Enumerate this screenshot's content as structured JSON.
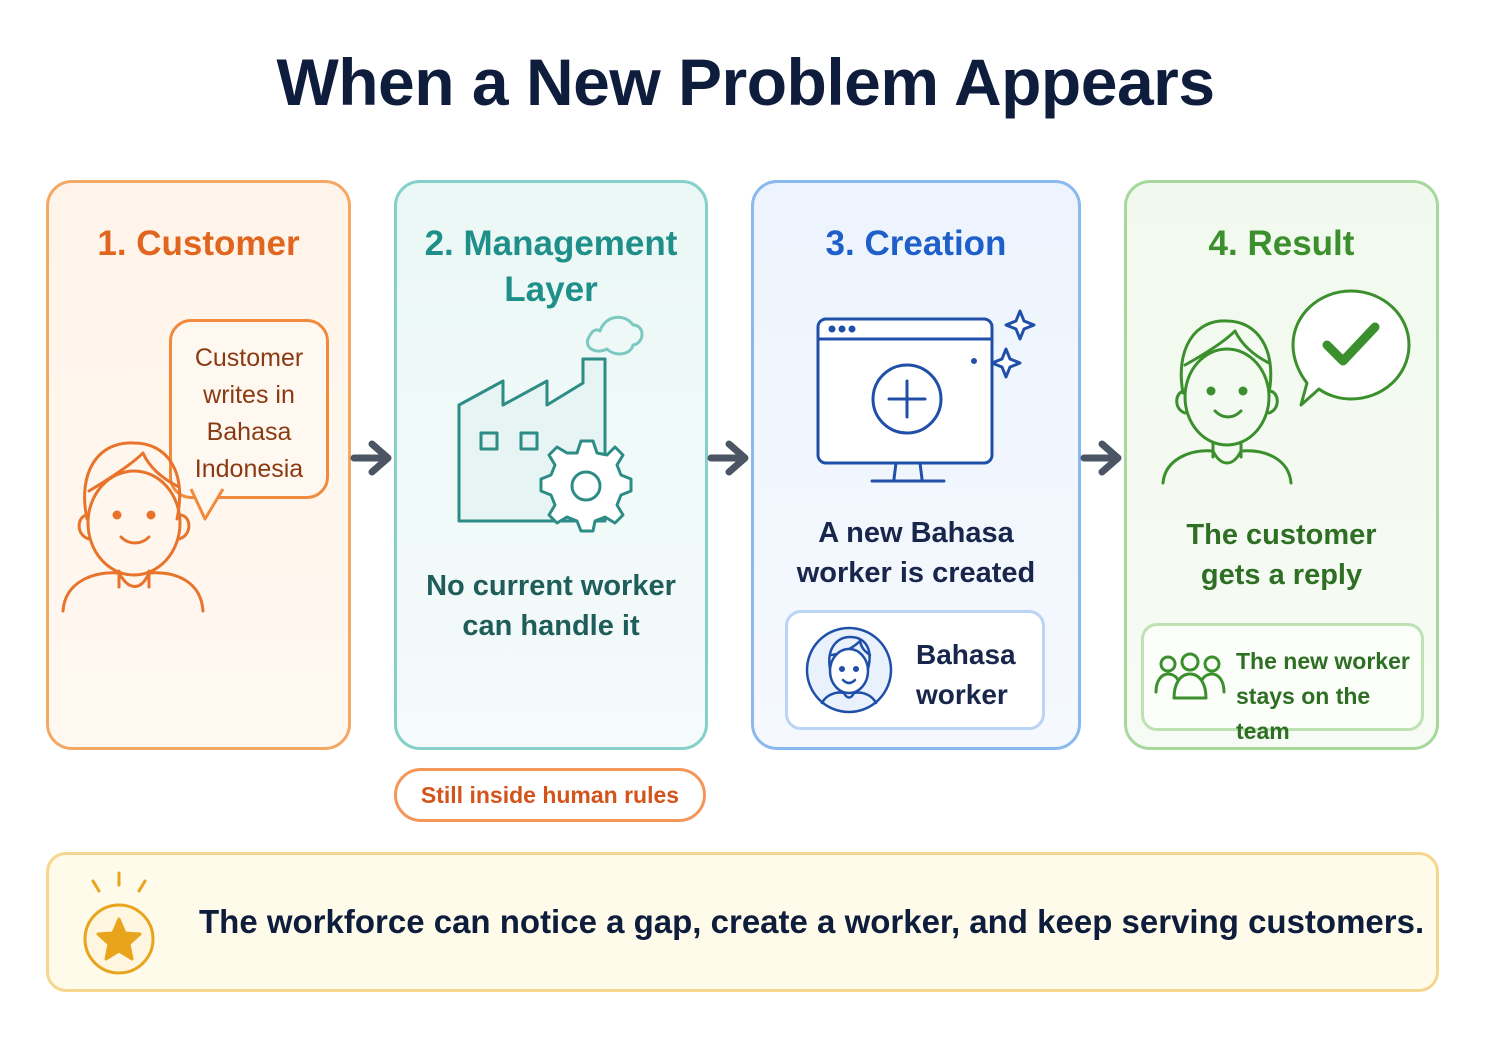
{
  "title": "When a New Problem Appears",
  "steps": [
    {
      "title": "1. Customer",
      "bubble": [
        "Customer",
        "writes in",
        "Bahasa",
        "Indonesia"
      ],
      "icon": "customer-person-icon"
    },
    {
      "title_lines": [
        "2. Management",
        "Layer"
      ],
      "text": [
        "No current worker",
        "can handle it"
      ],
      "icon": "factory-gear-icon"
    },
    {
      "title": "3. Creation",
      "text": [
        "A new Bahasa",
        "worker is created"
      ],
      "worker_label": [
        "Bahasa",
        "worker"
      ],
      "icon": "monitor-plus-icon"
    },
    {
      "title": "4. Result",
      "text": [
        "The customer",
        "gets a reply"
      ],
      "team_label": [
        "The new worker",
        "stays on the team"
      ],
      "icon": "checkmark-bubble-icon"
    }
  ],
  "note": "Still inside human rules",
  "summary": "The workforce can notice a gap, create a worker, and keep serving customers.",
  "colors": {
    "customer": "#e0661f",
    "management": "#1f8f8a",
    "creation": "#1e5fc9",
    "result": "#3b8f2d",
    "summary_accent": "#e8a41c"
  }
}
